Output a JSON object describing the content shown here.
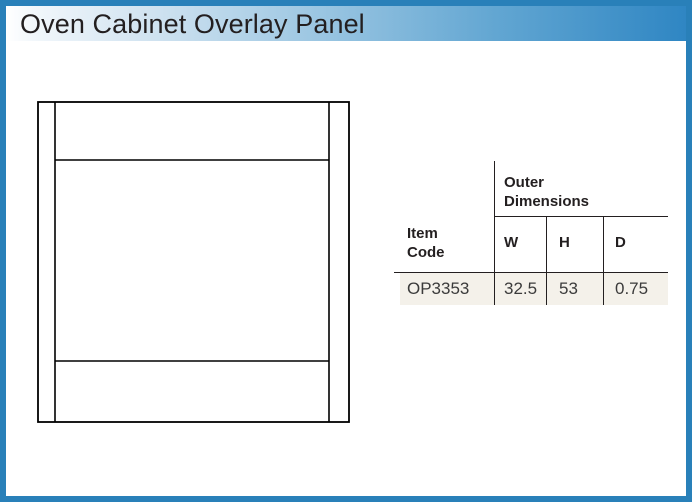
{
  "page": {
    "border_color": "#2980b9",
    "background": "#ffffff"
  },
  "header": {
    "title": "Oven Cabinet Overlay Panel",
    "gradient_from": "#ffffff",
    "gradient_to": "#2f86c3"
  },
  "drawing": {
    "name": "oven-cabinet-overlay-panel-elevation",
    "line_color": "#000000",
    "fill_color": "#ffffff"
  },
  "table": {
    "group_header": "Outer\nDimensions",
    "item_code_header": "Item\nCode",
    "columns": [
      "W",
      "H",
      "D"
    ],
    "row_background": "#f4f1ea",
    "rows": [
      {
        "item_code": "OP3353",
        "w": "32.5",
        "h": "53",
        "d": "0.75"
      }
    ]
  }
}
